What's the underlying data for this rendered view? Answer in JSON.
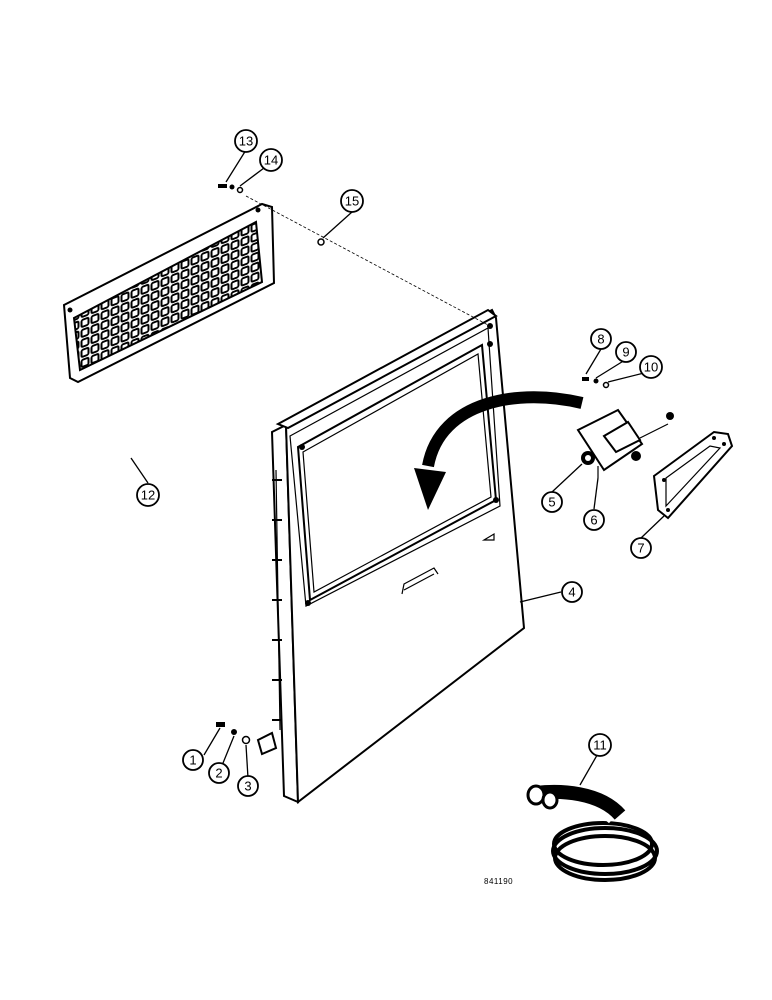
{
  "callouts": [
    {
      "id": "1",
      "label": "1"
    },
    {
      "id": "2",
      "label": "2"
    },
    {
      "id": "3",
      "label": "3"
    },
    {
      "id": "4",
      "label": "4"
    },
    {
      "id": "5",
      "label": "5"
    },
    {
      "id": "6",
      "label": "6"
    },
    {
      "id": "7",
      "label": "7"
    },
    {
      "id": "8",
      "label": "8"
    },
    {
      "id": "9",
      "label": "9"
    },
    {
      "id": "10",
      "label": "10"
    },
    {
      "id": "11",
      "label": "11"
    },
    {
      "id": "12",
      "label": "12"
    },
    {
      "id": "13",
      "label": "13"
    },
    {
      "id": "14",
      "label": "14"
    },
    {
      "id": "15",
      "label": "15"
    }
  ],
  "figure_number": "841190"
}
